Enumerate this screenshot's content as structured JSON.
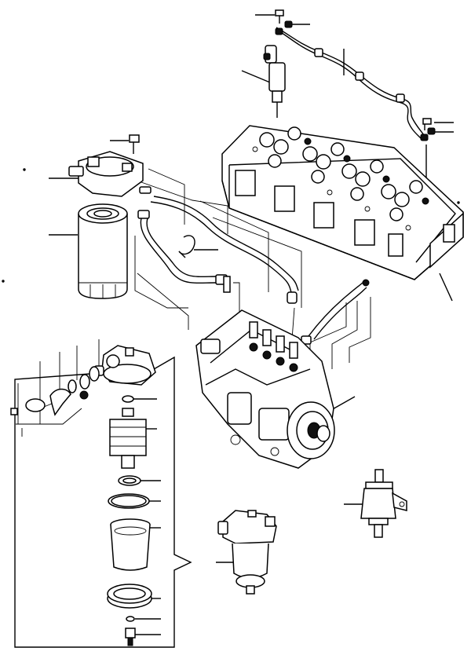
{
  "figure": {
    "kind": "exploded parts diagram",
    "line_color": "#000000",
    "background": "#ffffff"
  },
  "parts": [
    {
      "id": "bolt-top",
      "icon": "bolt-icon"
    },
    {
      "id": "gasket-top",
      "icon": "washer-icon"
    },
    {
      "id": "injection-pipe",
      "icon": "pipe-icon"
    },
    {
      "id": "injector",
      "icon": "injector-icon"
    },
    {
      "id": "bolt-right",
      "icon": "bolt-icon"
    },
    {
      "id": "gasket-right",
      "icon": "washer-icon"
    },
    {
      "id": "cylinder-head",
      "icon": "cylinder-head-icon"
    },
    {
      "id": "filter-bolt",
      "icon": "bolt-icon"
    },
    {
      "id": "filter-head",
      "icon": "filter-head-icon"
    },
    {
      "id": "fuel-filter",
      "icon": "filter-cartridge-icon"
    },
    {
      "id": "fuel-hose",
      "icon": "hose-icon"
    },
    {
      "id": "hose-clip",
      "icon": "clip-icon"
    },
    {
      "id": "injection-pump",
      "icon": "pump-icon"
    },
    {
      "id": "return-pipe",
      "icon": "pipe-icon"
    },
    {
      "id": "separator-head",
      "icon": "filter-head-icon"
    },
    {
      "id": "o-ring",
      "icon": "o-ring-icon"
    },
    {
      "id": "element",
      "icon": "element-icon"
    },
    {
      "id": "seal-ring",
      "icon": "ring-icon"
    },
    {
      "id": "o-ring-large",
      "icon": "o-ring-icon"
    },
    {
      "id": "bowl",
      "icon": "bowl-icon"
    },
    {
      "id": "retaining-ring",
      "icon": "ring-icon"
    },
    {
      "id": "drain-plug",
      "icon": "plug-icon"
    },
    {
      "id": "water-separator",
      "icon": "separator-icon"
    },
    {
      "id": "fuel-damper",
      "icon": "damper-icon"
    }
  ]
}
